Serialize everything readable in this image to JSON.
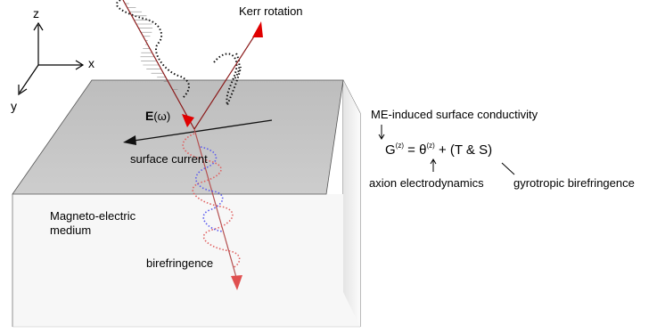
{
  "axes": {
    "z": "z",
    "x": "x",
    "y": "y"
  },
  "labels": {
    "kerr_rotation": "Kerr rotation",
    "field_symbol": "E",
    "field_arg": "(ω)",
    "surface_current": "surface current",
    "medium_line1": "Magneto-electric",
    "medium_line2": "medium",
    "birefringence": "birefringence"
  },
  "equation": {
    "header": "ME-induced surface conductivity",
    "lhs": "G",
    "lhs_sup": "(z)",
    "equals": "=",
    "theta": "θ",
    "theta_sup": "(z)",
    "rhs": "+ (T & S)",
    "axion_label": "axion electrodynamics",
    "gyrotropic_label": "gyrotropic birefringence"
  },
  "colors": {
    "beam": "#8b1a1a",
    "arrow_red": "#e00000",
    "top_face": "#c6c6c6",
    "front_face": "#f6f6f6",
    "side_face": "#ececec",
    "red_dots": "#e06060",
    "blue_dots": "#5a5aee"
  }
}
